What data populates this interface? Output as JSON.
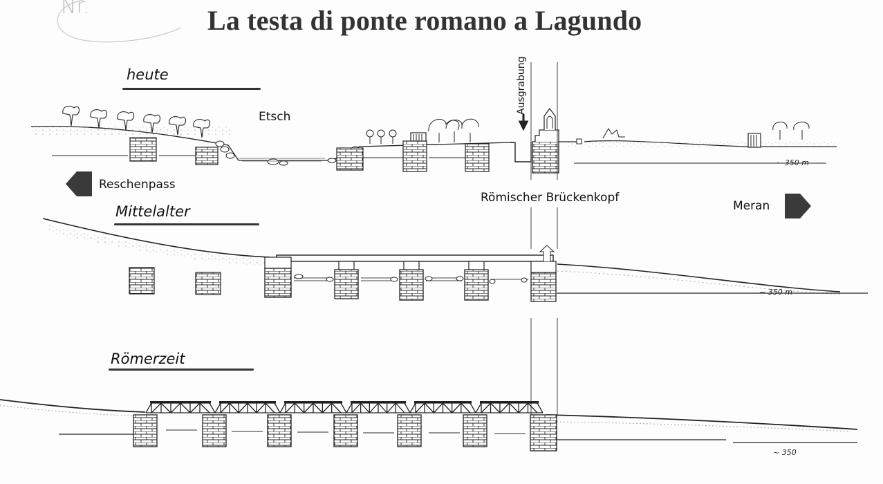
{
  "title": "La testa di ponte romano a Lagundo",
  "margin_note": "Nr.",
  "periods": [
    {
      "id": "heute",
      "label": "heute"
    },
    {
      "id": "mittelalter",
      "label": "Mittelalter"
    },
    {
      "id": "roemerzeit",
      "label": "Römerzeit"
    }
  ],
  "labels": {
    "river": "Etsch",
    "excavation": "Ausgrabung",
    "bridgehead": "Römischer Brückenkopf",
    "west_direction": "Reschenpass",
    "east_direction": "Meran"
  },
  "elevations": {
    "heute": "~ 350 m",
    "mittelalter": "~ 350 m",
    "roemerzeit": "~ 350"
  },
  "icons": {
    "west_arrow": "arrow-left-icon",
    "east_arrow": "arrow-right-icon",
    "excavation_arrow": "arrow-down-icon"
  },
  "colors": {
    "ink": "#222222",
    "paper": "#fdfdfd",
    "arrow": "#3a3a3a"
  }
}
